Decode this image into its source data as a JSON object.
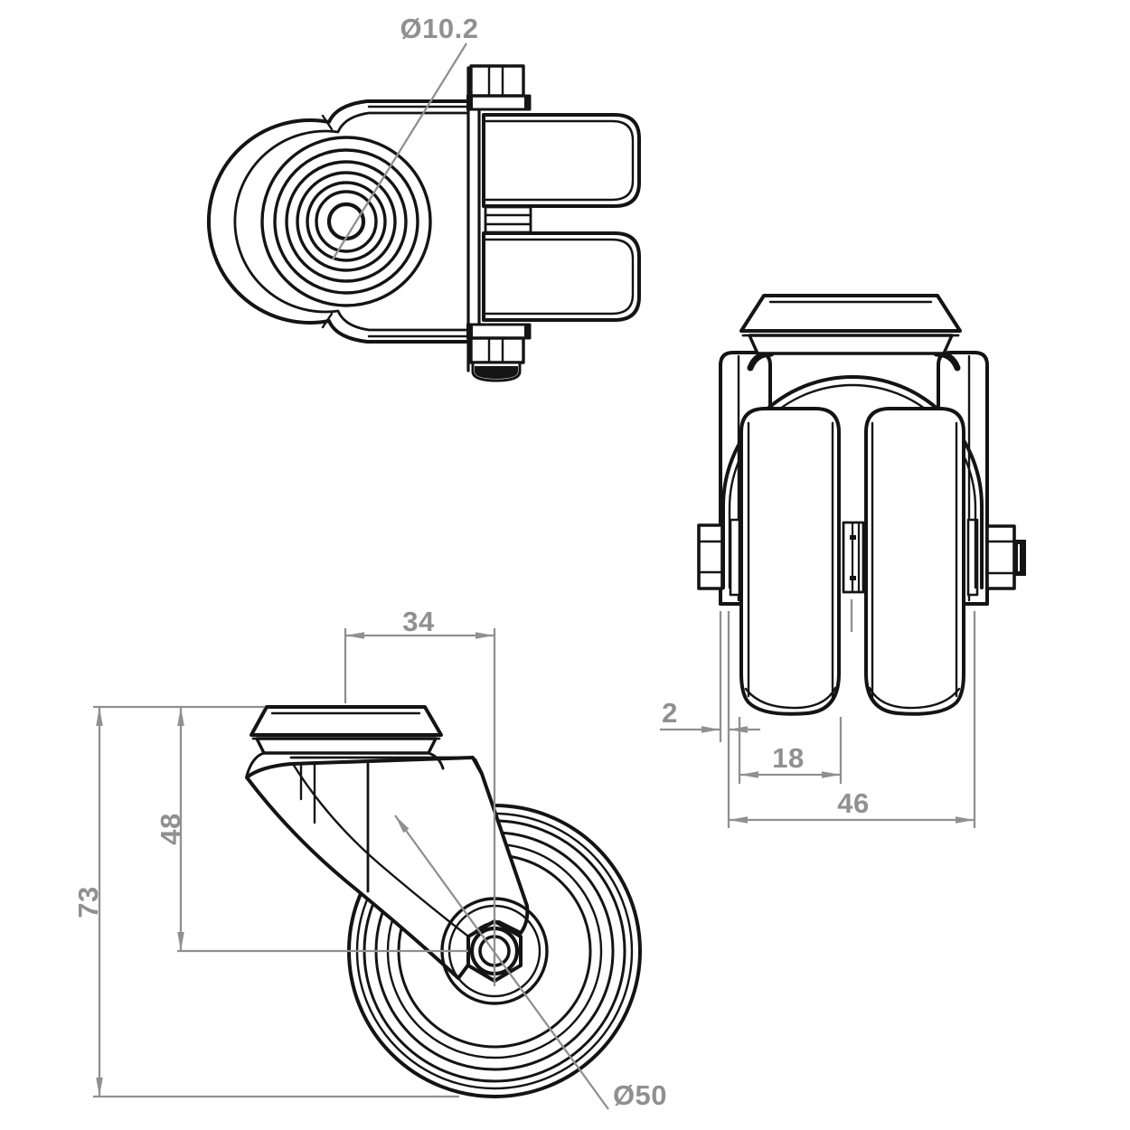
{
  "colors": {
    "background": "#ffffff",
    "geometry": "#141414",
    "dimension": "#909090"
  },
  "dims": {
    "hole": {
      "label": "Ø10.2"
    },
    "clearance": {
      "label": "2"
    },
    "wheel_width": {
      "label": "18"
    },
    "overall_width": {
      "label": "46"
    },
    "plate_offset": {
      "label": "34"
    },
    "mount_height": {
      "label": "48"
    },
    "overall_height": {
      "label": "73"
    },
    "wheel_diameter": {
      "label": "Ø50"
    }
  }
}
